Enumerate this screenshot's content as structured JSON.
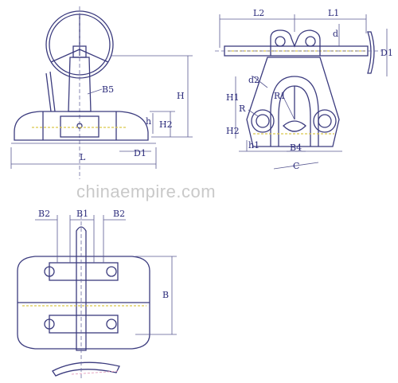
{
  "watermark": "chinaempire.com",
  "views": {
    "front": {
      "labels": {
        "B5": "B5",
        "H": "H",
        "h": "h",
        "H2": "H2",
        "D1": "D1",
        "L": "L"
      }
    },
    "side": {
      "labels": {
        "L2": "L2",
        "L1": "L1",
        "d": "d",
        "D1": "D1",
        "H1": "H1",
        "d2": "d2",
        "R1": "R1",
        "R": "R",
        "H2": "H2",
        "h1": "h1",
        "B4": "B4",
        "C": "C"
      }
    },
    "plan": {
      "labels": {
        "B2_left": "B2",
        "B1": "B1",
        "B2_right": "B2",
        "B": "B"
      }
    }
  }
}
